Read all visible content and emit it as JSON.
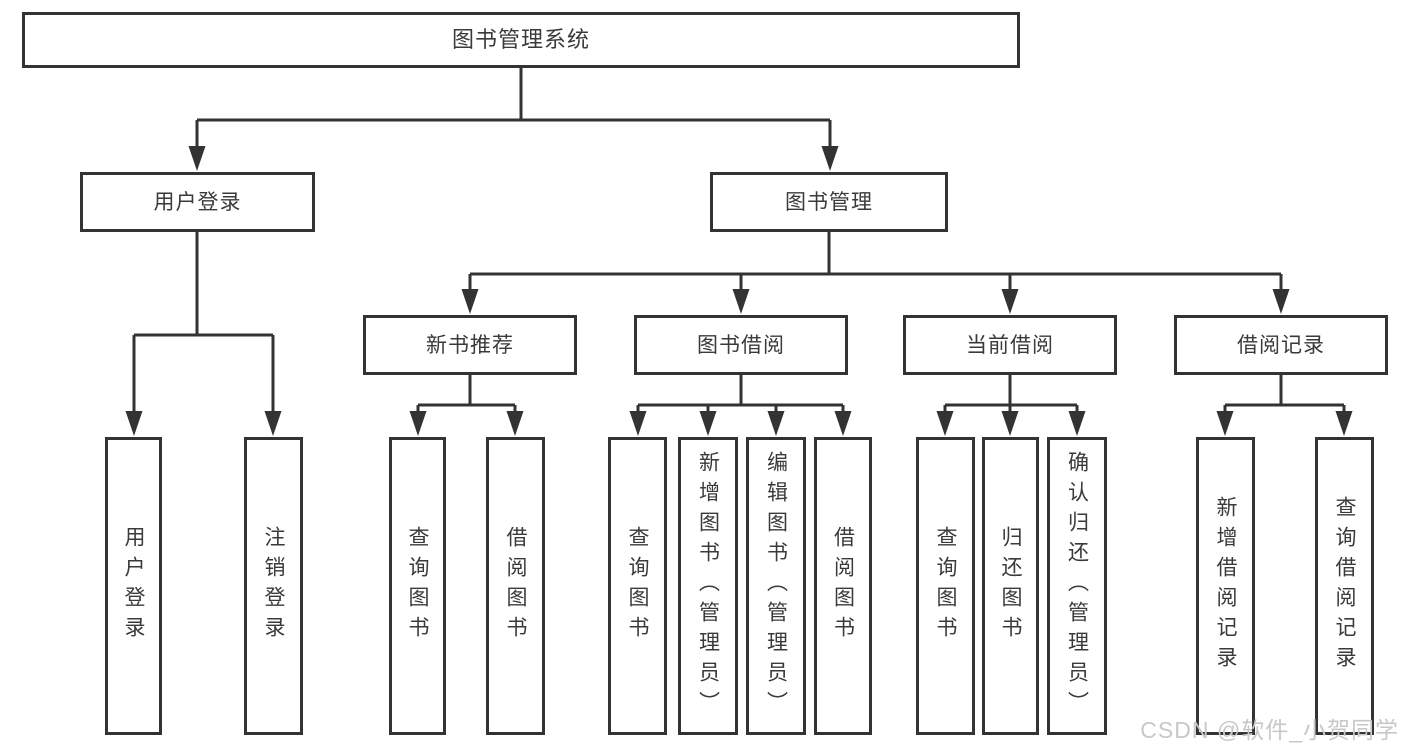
{
  "diagram": {
    "title": "图书管理系统",
    "nodes": {
      "root": "图书管理系统",
      "user_login": "用户登录",
      "book_mgmt": "图书管理",
      "new_books": "新书推荐",
      "book_borrow": "图书借阅",
      "current_borrow": "当前借阅",
      "borrow_records": "借阅记录",
      "leaf_user_login": "用户登录",
      "leaf_logout": "注销登录",
      "nb_query": "查询图书",
      "nb_borrow": "借阅图书",
      "bb_query": "查询图书",
      "bb_add": "新增图书（管理员）",
      "bb_edit": "编辑图书（管理员）",
      "bb_borrow": "借阅图书",
      "cb_query": "查询图书",
      "cb_return": "归还图书",
      "cb_confirm": "确认归还（管理员）",
      "br_add": "新增借阅记录",
      "br_query": "查询借阅记录"
    },
    "edges": [
      [
        "root",
        "user_login"
      ],
      [
        "root",
        "book_mgmt"
      ],
      [
        "user_login",
        "leaf_user_login"
      ],
      [
        "user_login",
        "leaf_logout"
      ],
      [
        "book_mgmt",
        "new_books"
      ],
      [
        "book_mgmt",
        "book_borrow"
      ],
      [
        "book_mgmt",
        "current_borrow"
      ],
      [
        "book_mgmt",
        "borrow_records"
      ],
      [
        "new_books",
        "nb_query"
      ],
      [
        "new_books",
        "nb_borrow"
      ],
      [
        "book_borrow",
        "bb_query"
      ],
      [
        "book_borrow",
        "bb_add"
      ],
      [
        "book_borrow",
        "bb_edit"
      ],
      [
        "book_borrow",
        "bb_borrow"
      ],
      [
        "current_borrow",
        "cb_query"
      ],
      [
        "current_borrow",
        "cb_return"
      ],
      [
        "current_borrow",
        "cb_confirm"
      ],
      [
        "borrow_records",
        "br_add"
      ],
      [
        "borrow_records",
        "br_query"
      ]
    ],
    "colors": {
      "line": "#333333",
      "text": "#3a3a3a",
      "background": "#ffffff",
      "watermark": "#c8c8c8"
    },
    "watermark": "CSDN @软件_小贺同学"
  }
}
